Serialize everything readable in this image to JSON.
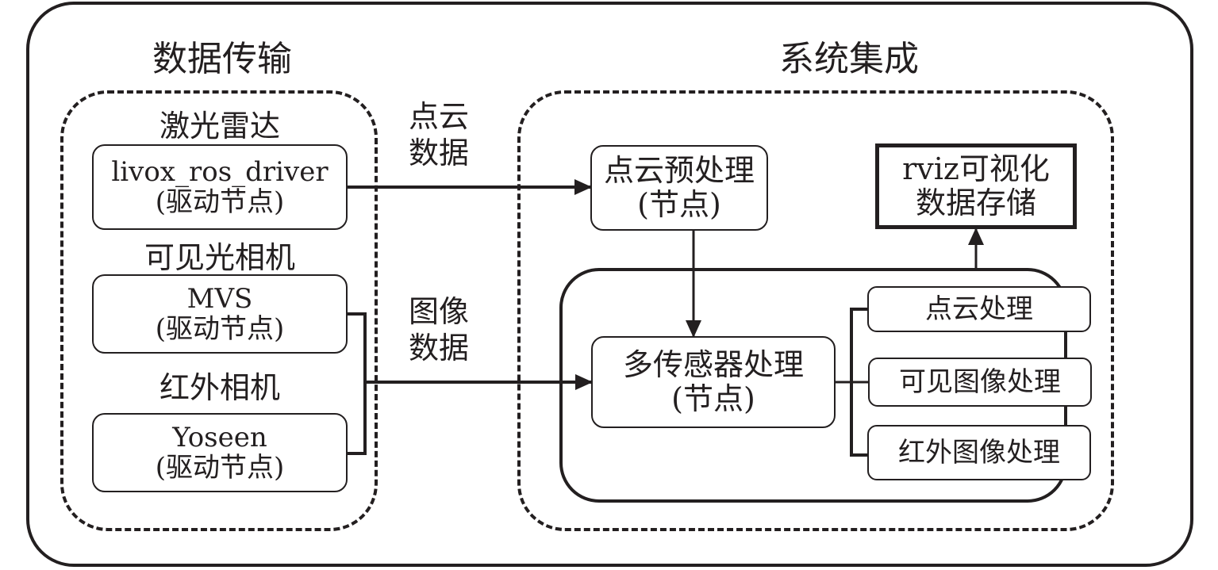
{
  "sections": {
    "data_transfer": {
      "title": "数据传输"
    },
    "system_integration": {
      "title": "系统集成"
    }
  },
  "sensors": [
    {
      "group_label": "激光雷达",
      "node_name": "livox_ros_driver",
      "node_role": "(驱动节点)"
    },
    {
      "group_label": "可见光相机",
      "node_name": "MVS",
      "node_role": "(驱动节点)"
    },
    {
      "group_label": "红外相机",
      "node_name": "Yoseen",
      "node_role": "(驱动节点)"
    }
  ],
  "edge_labels": {
    "point_cloud_data": [
      "点云",
      "数据"
    ],
    "image_data": [
      "图像",
      "数据"
    ]
  },
  "processing": {
    "preprocess": {
      "line1": "点云预处理",
      "line2": "(节点)"
    },
    "multi_sensor": {
      "line1": "多传感器处理",
      "line2": "(节点)"
    },
    "output": {
      "line1": "rviz可视化",
      "line2": "数据存储"
    },
    "sub_tasks": [
      "点云处理",
      "可见图像处理",
      "红外图像处理"
    ]
  },
  "colors": {
    "stroke": "#231f20",
    "background": "#ffffff"
  }
}
